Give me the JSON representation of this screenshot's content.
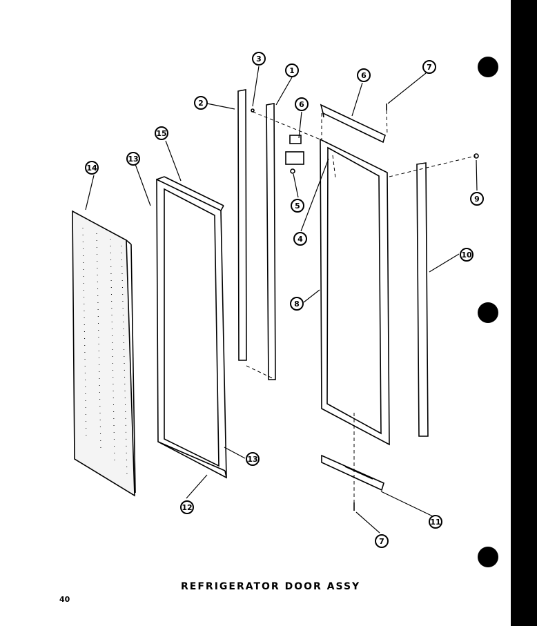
{
  "title": "REFRIGERATOR DOOR ASSY",
  "page_number": "40",
  "callouts": [
    {
      "id": "c1",
      "label": "1"
    },
    {
      "id": "c2",
      "label": "2"
    },
    {
      "id": "c3",
      "label": "3"
    },
    {
      "id": "c4",
      "label": "4"
    },
    {
      "id": "c5",
      "label": "5"
    },
    {
      "id": "c6a",
      "label": "6"
    },
    {
      "id": "c6b",
      "label": "6"
    },
    {
      "id": "c7a",
      "label": "7"
    },
    {
      "id": "c7b",
      "label": "7"
    },
    {
      "id": "c8",
      "label": "8"
    },
    {
      "id": "c9",
      "label": "9"
    },
    {
      "id": "c10",
      "label": "10"
    },
    {
      "id": "c11",
      "label": "11"
    },
    {
      "id": "c12",
      "label": "12"
    },
    {
      "id": "c13a",
      "label": "13"
    },
    {
      "id": "c13b",
      "label": "13"
    },
    {
      "id": "c14",
      "label": "14"
    },
    {
      "id": "c15",
      "label": "15"
    }
  ],
  "colors": {
    "ink": "#000000",
    "paper": "#ffffff",
    "panel_fill": "#f4f4f4"
  }
}
